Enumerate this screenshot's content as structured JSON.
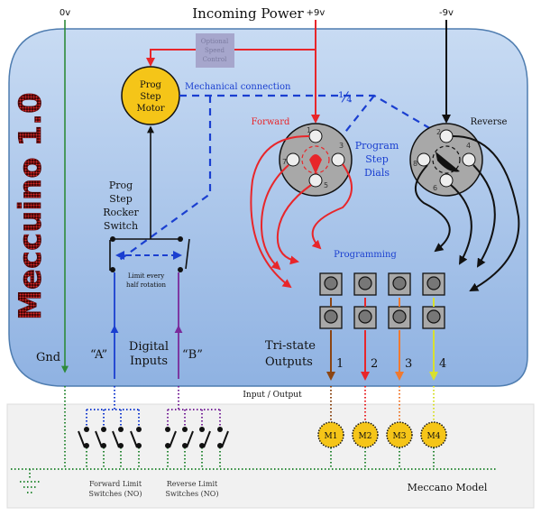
{
  "title": "Incoming Power",
  "brand": "Meccuino 1.0",
  "rails": {
    "zero_v": "0v",
    "plus_9v": "+9v",
    "minus_9v": "-9v",
    "gnd": "Gnd"
  },
  "speed_control": [
    "Optional",
    "Speed",
    "Control"
  ],
  "motor": [
    "Prog",
    "Step",
    "Motor"
  ],
  "mechanical_connection": "Mechanical connection",
  "quarter": "¼",
  "forward_label": "Forward",
  "reverse_label": "Reverse",
  "dials_label": [
    "Program",
    "Step",
    "Dials"
  ],
  "forward_dial_positions": [
    "1",
    "3",
    "5",
    "7"
  ],
  "reverse_dial_positions": [
    "2",
    "4",
    "6",
    "8"
  ],
  "rocker": [
    "Prog",
    "Step",
    "Rocker",
    "Switch"
  ],
  "rocker_note": [
    "Limit every",
    "half rotation"
  ],
  "programming_label": "Programming",
  "digital_inputs": {
    "a": "“A”",
    "b": "“B”",
    "label": [
      "Digital",
      "Inputs"
    ]
  },
  "tristate": {
    "label": [
      "Tri-state",
      "Outputs"
    ],
    "outputs": [
      "1",
      "2",
      "3",
      "4"
    ],
    "colors": [
      "#8b4513",
      "#e8262a",
      "#f07a30",
      "#d8e030"
    ]
  },
  "io_label": "Input / Output",
  "motors": [
    "M1",
    "M2",
    "M3",
    "M4"
  ],
  "forward_switches": [
    "Forward Limit",
    "Switches (NO)"
  ],
  "reverse_switches": [
    "Reverse Limit",
    "Switches (NO)"
  ],
  "model_label": "Meccano Model",
  "colors": {
    "panel": "#a9c6ea",
    "panel_border": "#4f7db0",
    "power_red": "#e8262a",
    "mech_blue": "#1a3fd0",
    "gnd_green": "#2e8b3a",
    "input_b_purple": "#7a2a9a",
    "motor_yellow": "#f5c518",
    "dial_gray": "#a8a8a8"
  }
}
